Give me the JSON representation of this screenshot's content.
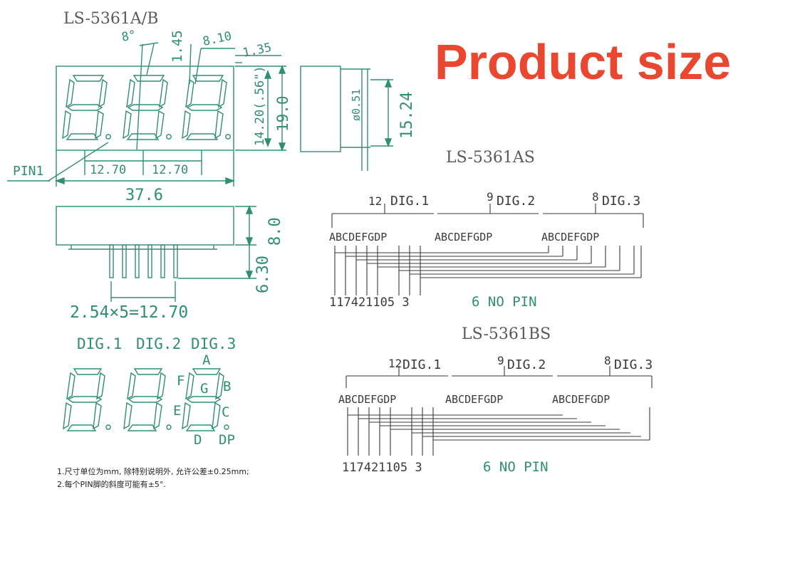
{
  "heading": "Product size",
  "drawing": {
    "model_ab": "LS-5361A/B",
    "model_as": "LS-5361AS",
    "model_bs": "LS-5361BS",
    "pin1_label": "PIN1",
    "dims": {
      "angle": "8°",
      "d145": "1.45",
      "d810": "8.10",
      "d135": "1.35",
      "d1420": "14.20(.56\")",
      "d190": "19.0",
      "d051": "ø0.51",
      "d1524": "15.24",
      "pitch_a": "12.70",
      "pitch_b": "12.70",
      "width": "37.6",
      "depth": "8.0",
      "pin_len": "6.30",
      "pin_pitch": "2.54×5=12.70"
    },
    "bottom_view": {
      "dig1": "DIG.1",
      "dig2": "DIG.2",
      "dig3": "DIG.3",
      "seg_a": "A",
      "seg_b": "B",
      "seg_c": "C",
      "seg_d": "D",
      "seg_e": "E",
      "seg_f": "F",
      "seg_g": "G",
      "seg_dp": "DP"
    },
    "circuit_as": {
      "dig1_pin": "12",
      "dig1": "DIG.1",
      "dig2_pin": "9",
      "dig2": "DIG.2",
      "dig3_pin": "8",
      "dig3": "DIG.3",
      "segments": "ABCDEFGDP",
      "bottom_pins": "117421105 3",
      "no_pin": "6   NO PIN"
    },
    "circuit_bs": {
      "dig1_pin": "12",
      "dig1": "DIG.1",
      "dig2_pin": "9",
      "dig2": "DIG.2",
      "dig3_pin": "8",
      "dig3": "DIG.3",
      "segments": "ABCDEFGDP",
      "bottom_pins": "117421105 3",
      "no_pin": "6    NO  PIN"
    },
    "notes": [
      "1.尺寸单位为mm, 除特别说明外, 允许公差±0.25mm;",
      "2.每个PIN脚的斜度可能有±5°."
    ]
  },
  "colors": {
    "ink": "#2f8f70",
    "heading": "#e9472f",
    "dark": "#3a3a3a"
  }
}
